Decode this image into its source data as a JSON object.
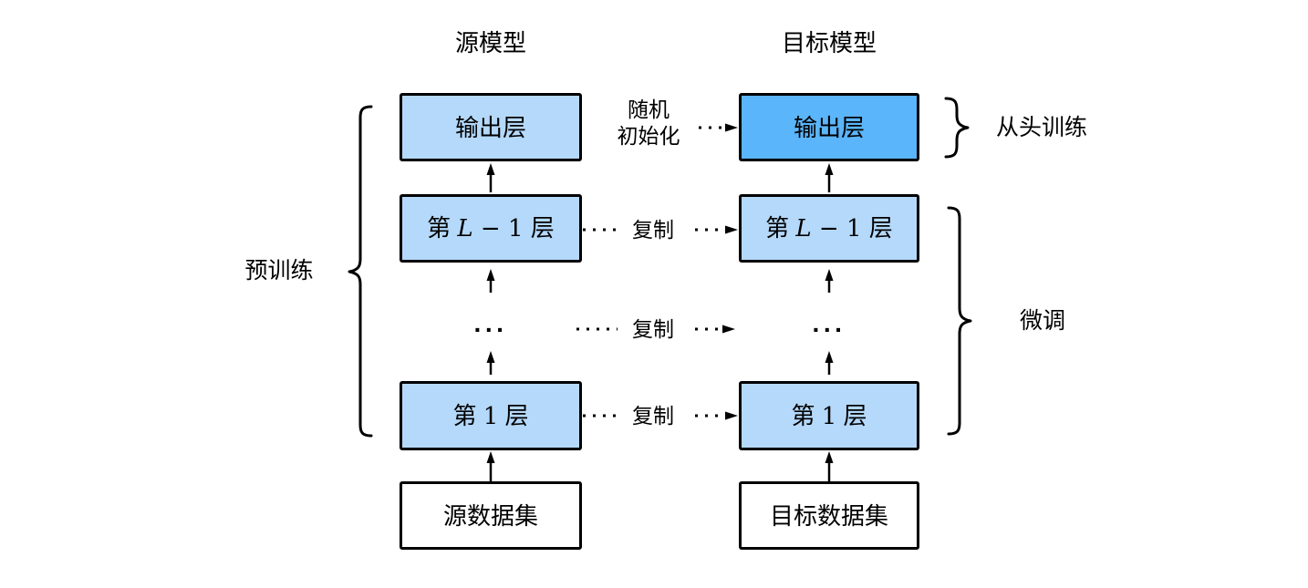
{
  "titles": {
    "source_model": "源模型",
    "target_model": "目标模型"
  },
  "source_column": {
    "output_layer": "输出层",
    "layer_l_minus_1": {
      "prefix": "第 ",
      "variable": "L",
      "rest": " − 1 ",
      "suffix": "层"
    },
    "ellipsis": "···",
    "layer_1": {
      "prefix": "第 ",
      "number": "1",
      "suffix": " 层"
    },
    "dataset": "源数据集"
  },
  "target_column": {
    "output_layer": "输出层",
    "layer_l_minus_1": {
      "prefix": "第 ",
      "variable": "L",
      "rest": " − 1 ",
      "suffix": "层"
    },
    "ellipsis": "···",
    "layer_1": {
      "prefix": "第 ",
      "number": "1",
      "suffix": " 层"
    },
    "dataset": "目标数据集"
  },
  "connections": {
    "random_init_line1": "随机",
    "random_init_line2": "初始化",
    "copy": "复制"
  },
  "side_labels": {
    "pretrain": "预训练",
    "train_from_scratch": "从头训练",
    "finetune": "微调"
  },
  "colors": {
    "layer_fill_light": "#b5d9fb",
    "layer_fill_dark": "#5bb5fa",
    "dataset_fill": "#ffffff",
    "stroke_color": "#000000"
  }
}
